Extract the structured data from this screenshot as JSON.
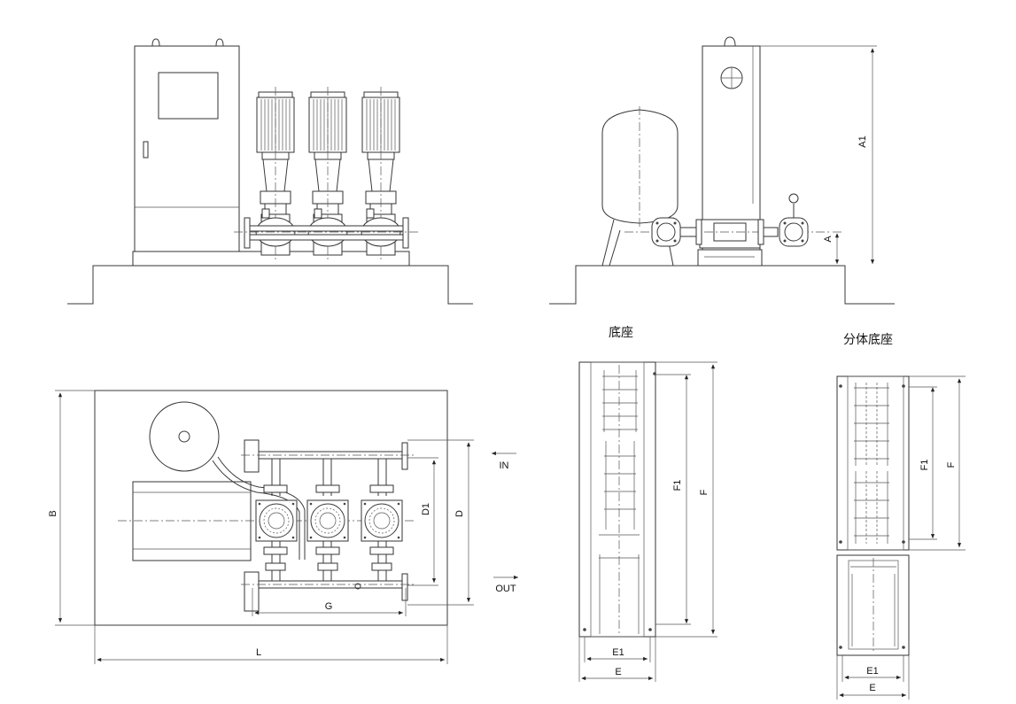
{
  "captions": {
    "base": "底座",
    "split_base": "分体底座"
  },
  "flow": {
    "inlet": "IN",
    "outlet": "OUT"
  },
  "dimensions": {
    "A": "A",
    "A1": "A1",
    "B": "B",
    "L": "L",
    "D": "D",
    "D1": "D1",
    "G": "G",
    "F": "F",
    "F1": "F1",
    "E": "E",
    "E1": "E1"
  }
}
